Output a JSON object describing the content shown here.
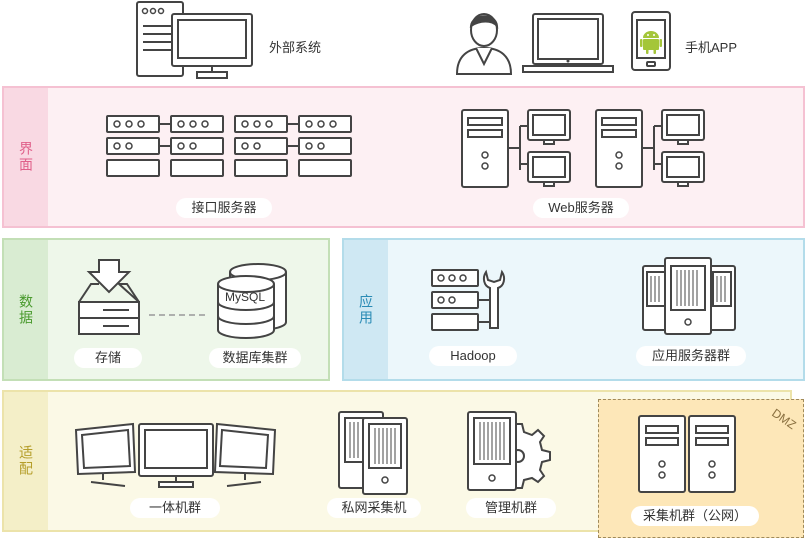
{
  "top": {
    "external_system_label": "外部系统",
    "mobile_app_label": "手机APP"
  },
  "layers": {
    "interface": {
      "label": "界面",
      "color": "#f9d9e3",
      "bg": "#fdf0f3",
      "border": "#f5c1d2",
      "text_color": "#e0608a"
    },
    "data": {
      "label": "数据",
      "color": "#d9ecd2",
      "bg": "#eef7ea",
      "border": "#c3dfb6",
      "text_color": "#4a9a2e"
    },
    "application": {
      "label": "应用",
      "color": "#cfe8f3",
      "bg": "#ecf7fb",
      "border": "#b3dcea",
      "text_color": "#2a8bb5"
    },
    "adapter": {
      "label": "适配",
      "color": "#f4efc8",
      "bg": "#fbf9e6",
      "border": "#ece3aa",
      "text_color": "#b59e2a"
    }
  },
  "nodes": {
    "interface_server": "接口服务器",
    "web_server": "Web服务器",
    "storage": "存储",
    "database_cluster": "数据库集群",
    "mysql": "MySQL",
    "hadoop": "Hadoop",
    "app_server_cluster": "应用服务器群",
    "all_in_one_cluster": "一体机群",
    "private_collector": "私网采集机",
    "management_cluster": "管理机群",
    "collector_cluster_public": "采集机群（公网）",
    "dmz": "DMZ"
  },
  "colors": {
    "icon_stroke": "#444444",
    "dmz_bg": "#fde7b8",
    "dmz_border": "#a08a5a",
    "android_green": "#a4c639"
  }
}
